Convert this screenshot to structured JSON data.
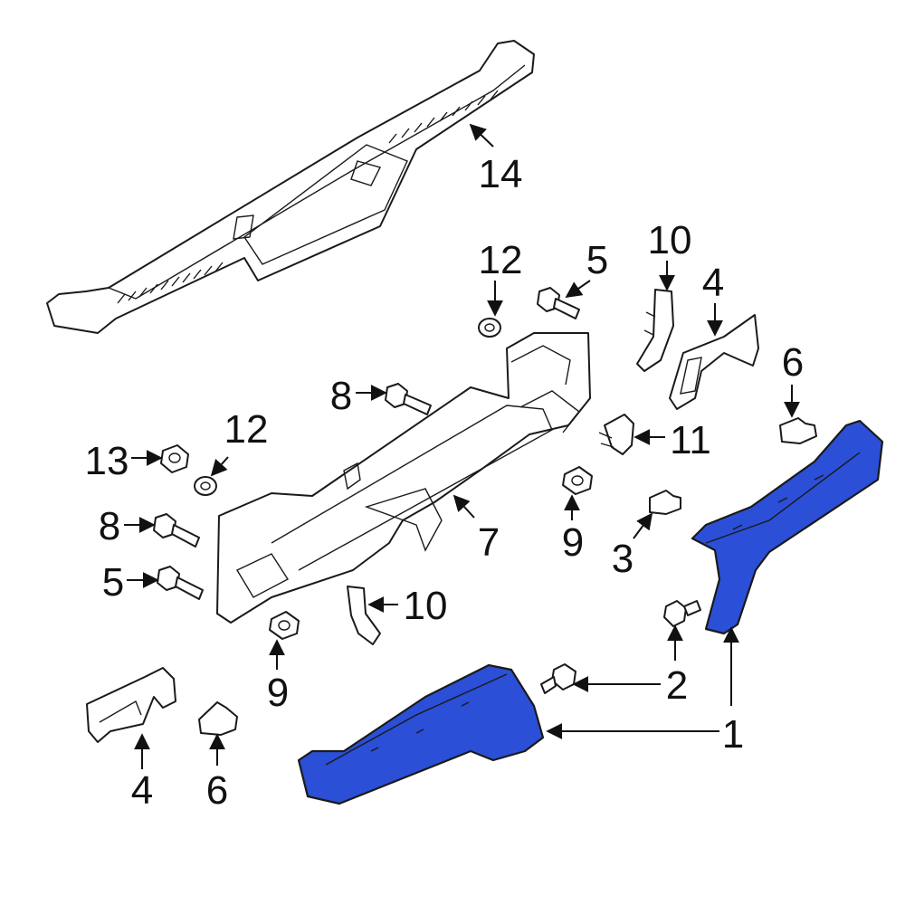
{
  "diagram": {
    "highlight_color": "#2b4fd6",
    "callouts": [
      {
        "id": "c14",
        "label": "14"
      },
      {
        "id": "c12a",
        "label": "12"
      },
      {
        "id": "c5a",
        "label": "5"
      },
      {
        "id": "c10a",
        "label": "10"
      },
      {
        "id": "c4a",
        "label": "4"
      },
      {
        "id": "c6a",
        "label": "6"
      },
      {
        "id": "c8a",
        "label": "8"
      },
      {
        "id": "c13",
        "label": "13"
      },
      {
        "id": "c12b",
        "label": "12"
      },
      {
        "id": "c11",
        "label": "11"
      },
      {
        "id": "c8b",
        "label": "8"
      },
      {
        "id": "c9a",
        "label": "9"
      },
      {
        "id": "c7",
        "label": "7"
      },
      {
        "id": "c3",
        "label": "3"
      },
      {
        "id": "c5b",
        "label": "5"
      },
      {
        "id": "c10b",
        "label": "10"
      },
      {
        "id": "c9b",
        "label": "9"
      },
      {
        "id": "c2",
        "label": "2"
      },
      {
        "id": "c1",
        "label": "1"
      },
      {
        "id": "c4b",
        "label": "4"
      },
      {
        "id": "c6b",
        "label": "6"
      }
    ]
  }
}
